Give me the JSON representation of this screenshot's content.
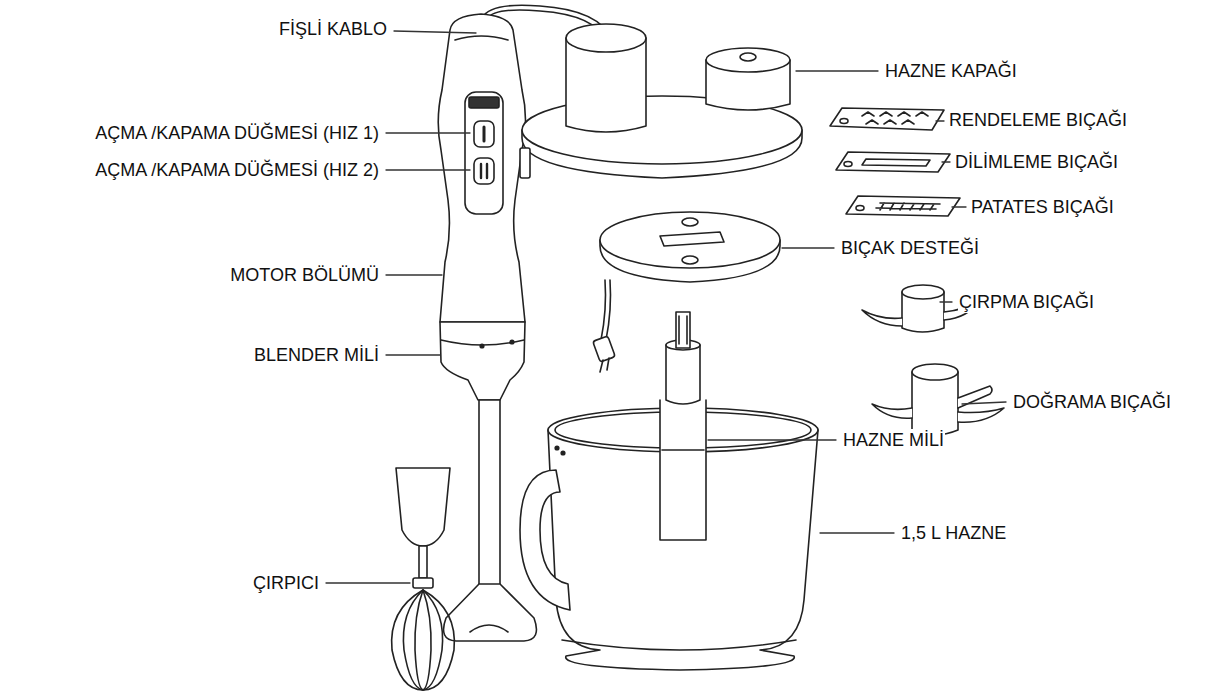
{
  "diagram": {
    "labels": [
      "FİŞLİ KABLO",
      "AÇMA /KAPAMA DÜĞMESİ (HIZ 1)",
      "AÇMA /KAPAMA DÜĞMESİ (HIZ 2)",
      "MOTOR BÖLÜMÜ",
      "BLENDER MİLİ",
      "ÇIRPICI",
      "HAZNE KAPAĞI",
      "RENDELEME BIÇAĞI",
      "DİLİMLEME BIÇAĞI",
      "PATATES BIÇAĞI",
      "BIÇAK DESTEĞİ",
      "ÇIRPMA BIÇAĞI",
      "DOĞRAMA BIÇAĞI",
      "HAZNE MİLİ",
      "1,5 L HAZNE"
    ]
  }
}
